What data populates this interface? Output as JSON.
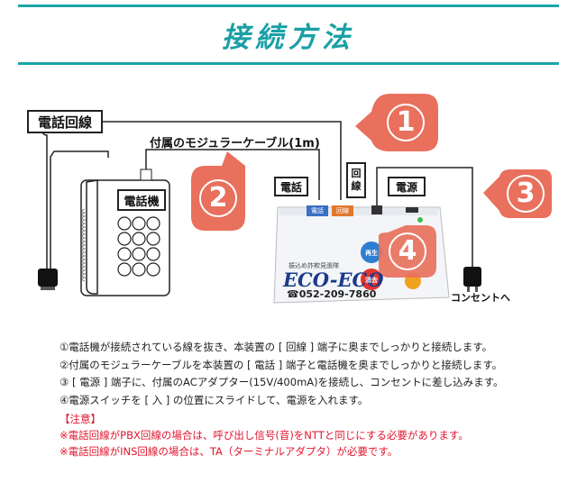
{
  "title": "接続方法",
  "labels": {
    "phone_line": "電話回線",
    "modular_cable": "付属のモジュラーケーブル(1m)",
    "phone_device": "電話機",
    "port_phone": "電話",
    "port_line_top": "回",
    "port_line_bottom": "線",
    "power": "電源",
    "outlet": "コンセントへ"
  },
  "device": {
    "port_phone": "電話",
    "port_line": "回線",
    "brand": "ECO-ECO",
    "maker_small": "振込め詐欺見張隊",
    "tel": "☎052-209-7860",
    "btn_top": "再生",
    "btn_bottom": "消去"
  },
  "steps": [
    "1",
    "2",
    "3",
    "4"
  ],
  "instructions": [
    "①電話機が接続されている線を抜き、本装置の [ 回線 ] 端子に奥までしっかりと接続します。",
    "②付属のモジュラーケーブルを本装置の [ 電話 ] 端子と電話機を奥までしっかりと接続します。",
    "③ [ 電源 ] 端子に、付属のACアダプター(15V/400mA)を接続し、コンセントに差し込みます。",
    "④電源スイッチを [ 入 ] の位置にスライドして、電源を入れます。"
  ],
  "notes": {
    "heading": "【注意】",
    "items": [
      "※電話回線がPBX回線の場合は、呼び出し信号(音)をNTTと同じにする必要があります。",
      "※電話回線がINS回線の場合は、TA（ターミナルアダプタ）が必要です。"
    ]
  },
  "colors": {
    "accent": "#1aa0a5",
    "step_fill": "#e8705c",
    "note_red": "#e0152d"
  }
}
